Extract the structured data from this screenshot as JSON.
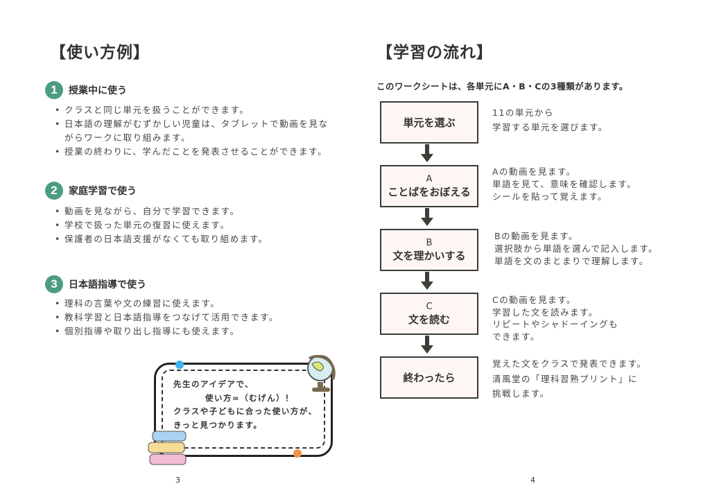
{
  "left": {
    "title": "【使い方例】",
    "sections": [
      {
        "num": "1",
        "title": "授業中に使う",
        "items": [
          "クラスと同じ単元を扱うことができます。",
          "日本語の理解がむずかしい児童は、タブレットで動画を見な",
          "がらワークに取り組みます。",
          "授業の終わりに、学んだことを発表させることができます。"
        ]
      },
      {
        "num": "2",
        "title": "家庭学習で使う",
        "items": [
          "動画を見ながら、自分で学習できます。",
          "学校で扱った単元の復習に使えます。",
          "保護者の日本語支援がなくても取り組めます。"
        ]
      },
      {
        "num": "3",
        "title": "日本語指導で使う",
        "items": [
          "理科の言葉や文の練習に使えます。",
          "教科学習と日本語指導をつなげて活用できます。",
          "個別指導や取り出し指導にも使えます。"
        ]
      }
    ],
    "note": {
      "lines": [
        "先生のアイデアで、",
        "使い方∞（むげん）！",
        "クラスや子どもに合った使い方が、",
        "きっと見つかります。"
      ]
    },
    "page": "3"
  },
  "right": {
    "title": "【学習の流れ】",
    "subtitle": "このワークシートは、各単元にA・B・Cの3種類があります。",
    "steps": [
      {
        "label": "",
        "title": "単元を選ぶ",
        "desc": [
          "11の単元から",
          "学習する単元を選びます。"
        ]
      },
      {
        "label": "A",
        "title": "ことばをおぼえる",
        "desc": [
          "Aの動画を見ます。",
          "単語を見て、意味を確認します。",
          "シールを貼って覚えます。"
        ]
      },
      {
        "label": "B",
        "title": "文を理かいする",
        "desc": [
          "Bの動画を見ます。",
          "選択肢から単語を選んで記入します。",
          "単語を文のまとまりで理解します。"
        ]
      },
      {
        "label": "C",
        "title": "文を読む",
        "desc": [
          "Cの動画を見ます。",
          "学習した文を読みます。",
          "リピートやシャドーイングも",
          "できます。"
        ]
      },
      {
        "label": "",
        "title": "終わったら",
        "desc": [
          "覚えた文をクラスで発表できます。",
          "清風堂の「理科習熟プリント」に",
          "挑戦します。"
        ]
      }
    ],
    "page": "4"
  },
  "colors": {
    "accent": "#4c9d80",
    "box_fill": "#fdf6f2",
    "dot_blue": "#3fb0f0",
    "dot_orange": "#f2914a"
  }
}
